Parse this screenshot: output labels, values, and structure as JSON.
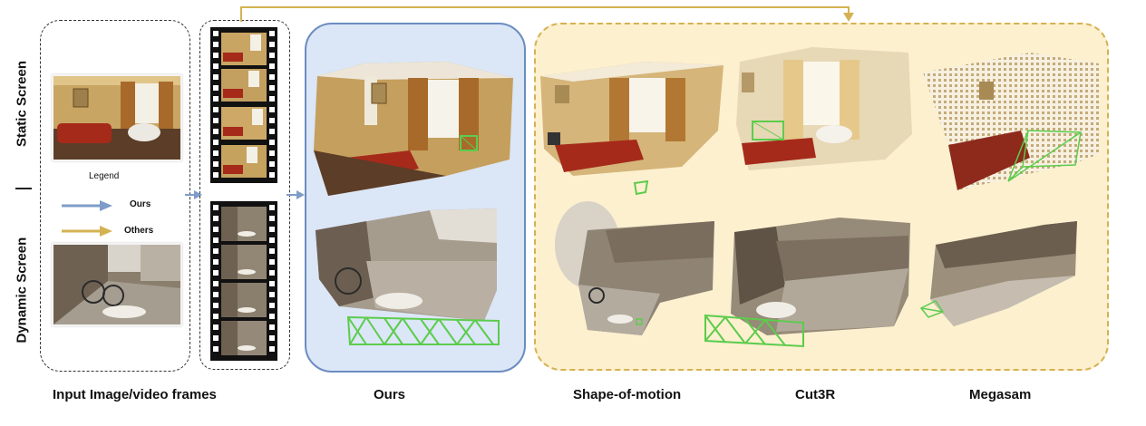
{
  "row_labels": {
    "static": "Static Screen",
    "dynamic": "Dynamic Screen"
  },
  "legend": {
    "title": "Legend",
    "ours": "Ours",
    "others": "Others"
  },
  "columns": {
    "input": "Input Image/video frames",
    "ours": "Ours",
    "shape_of_motion": "Shape-of-motion",
    "cut3r": "Cut3R",
    "megasam": "Megasam"
  },
  "colors": {
    "ours_arrow": "#7e9cc8",
    "others_arrow": "#d4b253",
    "ours_panel_fill": "#dbe6f7",
    "ours_panel_border": "#6b8cc0",
    "others_panel_fill": "#fdf0cf",
    "others_panel_border": "#d4b253",
    "camera_green": "#5ccc4c"
  }
}
